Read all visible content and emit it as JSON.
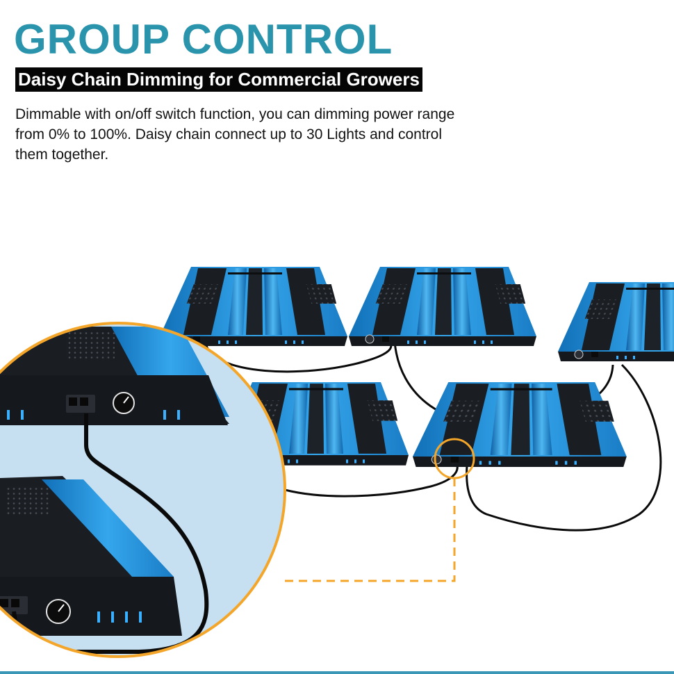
{
  "heading": {
    "title": "GROUP CONTROL",
    "subtitle": "Daisy Chain Dimming for Commercial Growers"
  },
  "description": "Dimmable with on/off switch function, you can dimming power range from 0% to 100%. Daisy chain connect up to 30 Lights and control them together.",
  "colors": {
    "title": "#2a94ad",
    "subtitle_bg": "#050505",
    "fixture_blue": "#1e8fd8",
    "fixture_dark": "#1a1d22",
    "highlight_orange": "#f4a62a",
    "zoom_bg": "#c6e0f2",
    "cable": "#0a0a0a"
  },
  "illustration": {
    "fixture_count": 5,
    "zoom_panel_fixtures": 2,
    "icons": [
      "grow-light-fixture",
      "dimmer-knob",
      "rj-port",
      "daisy-chain-cable",
      "zoom-callout-circle"
    ]
  }
}
